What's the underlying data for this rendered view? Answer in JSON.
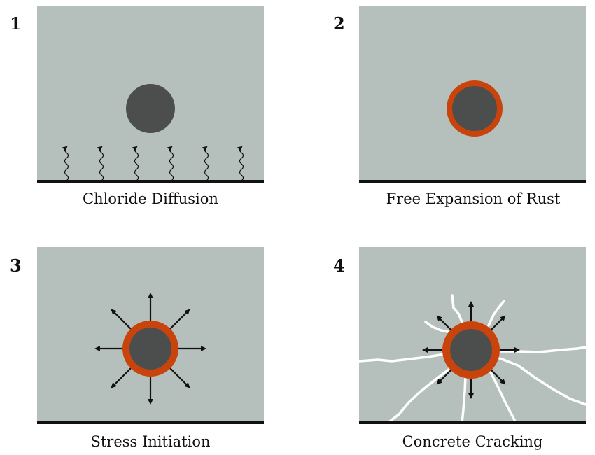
{
  "colors": {
    "concrete": "#b5c0bc",
    "steel": "#4c4e4d",
    "rust": "#c9440c",
    "crack": "#ffffff",
    "ink": "#111111"
  },
  "panels": [
    {
      "number": "1",
      "caption": "Chloride Diffusion"
    },
    {
      "number": "2",
      "caption": "Free Expansion of Rust"
    },
    {
      "number": "3",
      "caption": "Stress Initiation"
    },
    {
      "number": "4",
      "caption": "Concrete Cracking"
    }
  ]
}
